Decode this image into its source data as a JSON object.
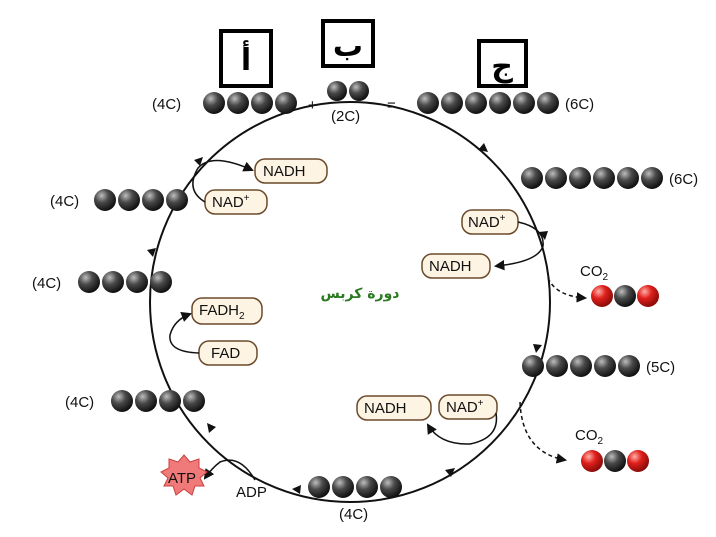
{
  "title": "دورة كربس",
  "box_labels": [
    "أ",
    "ب",
    "ج"
  ],
  "carbon_labels": {
    "acceptor_top": "(4C)",
    "acetyl": "(2C)",
    "citrate": "(6C)",
    "isocitrate": "(6C)",
    "alpha_ketoglutarate": "(5C)",
    "succinyl_coa": "(4C)",
    "succinate": "(4C)",
    "fumarate": "(4C)",
    "malate": "(4C)",
    "oxaloacetate": "(4C)"
  },
  "operators": {
    "plus": "+",
    "equals": "="
  },
  "carriers": {
    "nad_1": "NAD",
    "nadh_1": "NADH",
    "nad_2": "NAD",
    "nadh_2": "NADH",
    "nad_3": "NAD",
    "nadh_3": "NADH",
    "fad": "FAD",
    "fadh2": "FADH",
    "fadh2_sub": "2",
    "plus_sup": "+"
  },
  "co2": {
    "label": "CO",
    "sub": "2"
  },
  "energy": {
    "atp": "ATP",
    "adp": "ADP"
  },
  "colors": {
    "pill_fill": "#fdf4e3",
    "pill_stroke": "#6b4a2a",
    "carbon": "#3a3a3a",
    "oxygen": "#e0201c",
    "atp_star": "#f07a7a",
    "title_green": "#2a7a1f"
  }
}
